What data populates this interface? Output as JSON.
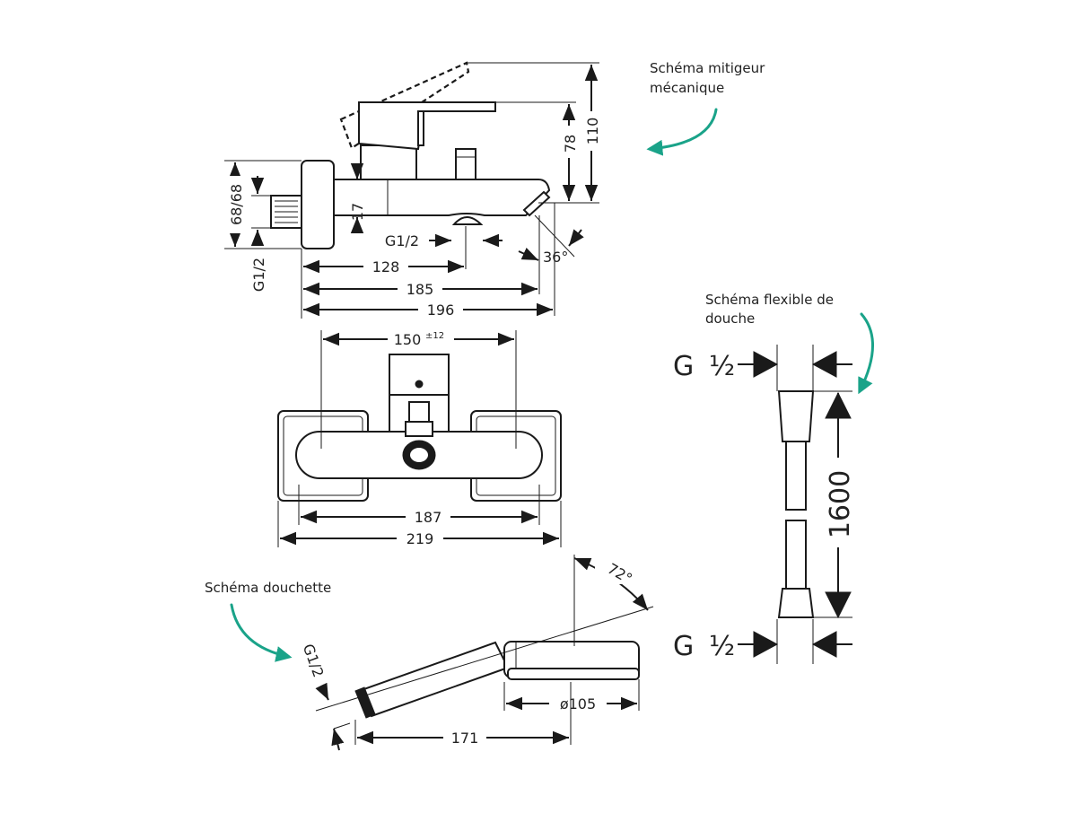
{
  "notes": {
    "mixer_line1": "Schéma mitigeur",
    "mixer_line2": "mécanique",
    "hose_line1": "Schéma flexible de",
    "hose_line2": "douche",
    "handshower": "Schéma douchette"
  },
  "dims": {
    "d110": "110",
    "d78": "78",
    "d68": "68/68",
    "d17": "17",
    "g12_side": "G1/2",
    "g12_spout": "G1/2",
    "d36": "36°",
    "d128": "128",
    "d185": "185",
    "d196": "196",
    "d150": "150",
    "d150_tol": "±12",
    "d187": "187",
    "d219": "219",
    "d72": "72°",
    "g12_shower": "G1/2",
    "d105": "ø105",
    "d171": "171",
    "hose_g_top": "G",
    "hose_half_top": "½",
    "hose_g_bottom": "G",
    "hose_half_bottom": "½",
    "d1600": "1600"
  },
  "accent_color": "#1aa389"
}
